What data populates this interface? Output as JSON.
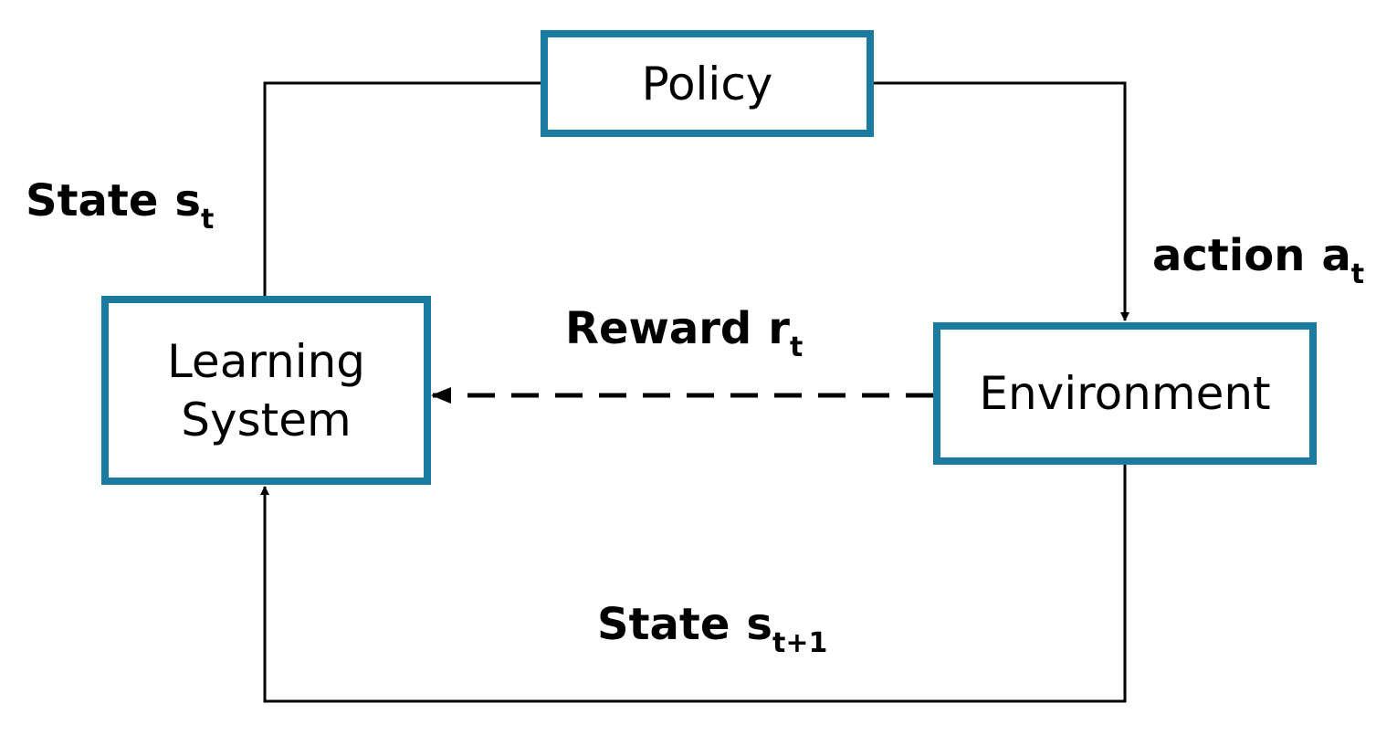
{
  "colors": {
    "box_border": "#1a7aa0",
    "line": "#000000",
    "text": "#000000"
  },
  "nodes": {
    "policy": {
      "label": "Policy"
    },
    "learning_system": {
      "line1": "Learning",
      "line2": "System"
    },
    "environment": {
      "label": "Environment"
    }
  },
  "edges": {
    "state_t": {
      "word": "State",
      "symbol": "s",
      "subscript": "t"
    },
    "action_t": {
      "word": "action",
      "symbol": "a",
      "subscript": "t"
    },
    "reward_t": {
      "word": "Reward",
      "symbol": "r",
      "subscript": "t"
    },
    "state_t1": {
      "word": "State",
      "symbol": "s",
      "subscript": "t+1"
    }
  }
}
